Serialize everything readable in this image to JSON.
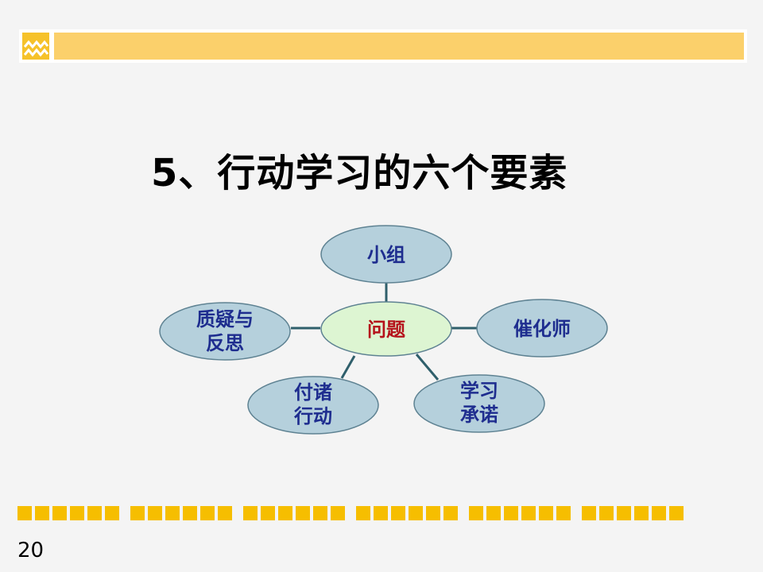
{
  "slide": {
    "title": "5、行动学习的六个要素",
    "page_number": "20",
    "logo_icon": "mountain-peaks-icon"
  },
  "colors": {
    "header_bar": "#fbd06b",
    "footer_squares": "#f6be00",
    "node_fill": "#b5d0dc",
    "center_fill": "#ddf5d2",
    "node_text": "#1e2d8f",
    "center_text": "#b5121b",
    "connector": "#2f5f6b"
  },
  "diagram": {
    "center": {
      "label": "问题"
    },
    "nodes": [
      {
        "id": "group",
        "lines": [
          "小组"
        ]
      },
      {
        "id": "facilitator",
        "lines": [
          "催化师"
        ]
      },
      {
        "id": "learning-commitment",
        "lines": [
          "学习",
          "承诺"
        ]
      },
      {
        "id": "take-action",
        "lines": [
          "付诸",
          "行动"
        ]
      },
      {
        "id": "question-reflect",
        "lines": [
          "质疑与",
          "反思"
        ]
      }
    ]
  }
}
